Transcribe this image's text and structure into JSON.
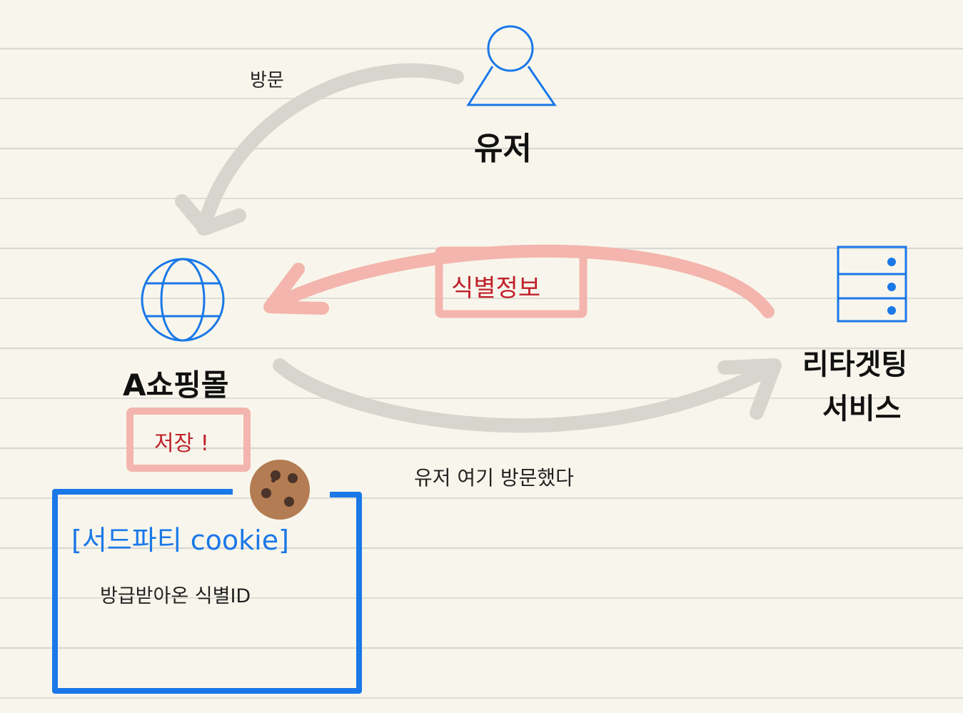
{
  "colors": {
    "background": "#f8f6ec",
    "rule_line": "#d9d9d4",
    "accent_blue": "#1a78e8",
    "gray_arrow": "#d6d6ce",
    "red_arrow": "#f3b5ad",
    "red_text": "#c0202a",
    "cookie": "#b37c52"
  },
  "nodes": {
    "user": {
      "label": "유저",
      "icon": "user-icon"
    },
    "shop": {
      "label": "A쇼핑몰",
      "icon": "globe-icon"
    },
    "retargeting": {
      "label_line1": "리타겟팅",
      "label_line2": "서비스",
      "icon": "server-icon"
    }
  },
  "edges": {
    "visit": {
      "label": "방문"
    },
    "ident": {
      "label": "식별정보"
    },
    "notify": {
      "label": "유저 여기 방문했다"
    }
  },
  "save_badge": {
    "label": "저장 !"
  },
  "cookie_box": {
    "title": "[서드파티 cookie]",
    "body": "방급받아온 식별ID",
    "icon": "cookie-icon"
  }
}
